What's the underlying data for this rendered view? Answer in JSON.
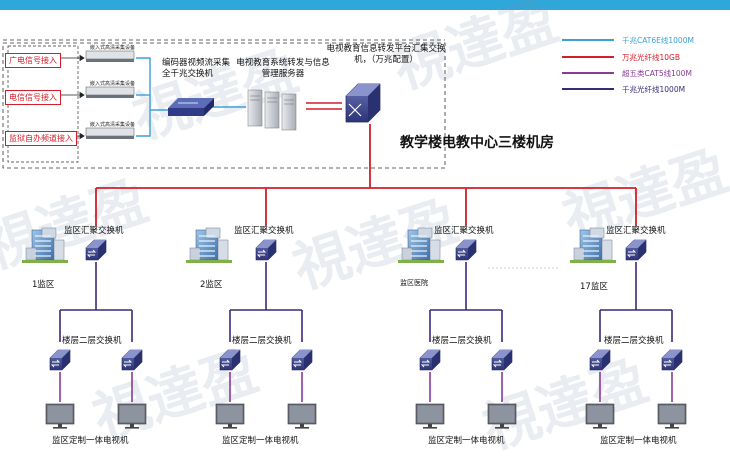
{
  "colors": {
    "cat6_blue": "#3aa0d8",
    "fiber10g_red": "#d21e2a",
    "cat5_purple": "#8a3a99",
    "fiber1000_navy": "#3a2a78"
  },
  "legend": [
    {
      "label": "千兆CAT6E线1000M",
      "color": "#3aa0d8"
    },
    {
      "label": "万兆光纤线10GB",
      "color": "#d21e2a"
    },
    {
      "label": "超五类CAT5线100M",
      "color": "#8a3a99"
    },
    {
      "label": "千兆光纤线1000M",
      "color": "#3a2a78"
    }
  ],
  "inputs": [
    "广电信号接入",
    "电信信号接入",
    "监狱自办频道接入"
  ],
  "encoder_device_label": "嵌入式高清采集设备",
  "encoder_label": "编码器视频流采集全千兆交换机",
  "server_label": "电视教育系统转发与信息管理服务器",
  "core_switch_label": "电视教育信息转发平台汇集交换机，（万兆配置）",
  "building_title": "教学楼电教中心三楼机房",
  "zones": [
    {
      "name": "1监区",
      "agg": "监区汇聚交换机",
      "floor": "楼层二层交换机",
      "tv": "监区定制一体电视机"
    },
    {
      "name": "2监区",
      "agg": "监区汇聚交换机",
      "floor": "楼层二层交换机",
      "tv": "监区定制一体电视机"
    },
    {
      "name": "监区医院",
      "agg": "监区汇聚交换机",
      "floor": "楼层二层交换机",
      "tv": "监区定制一体电视机"
    },
    {
      "name": "17监区",
      "agg": "监区汇聚交换机",
      "floor": "楼层二层交换机",
      "tv": "监区定制一体电视机"
    }
  ],
  "watermark": "視達盈"
}
